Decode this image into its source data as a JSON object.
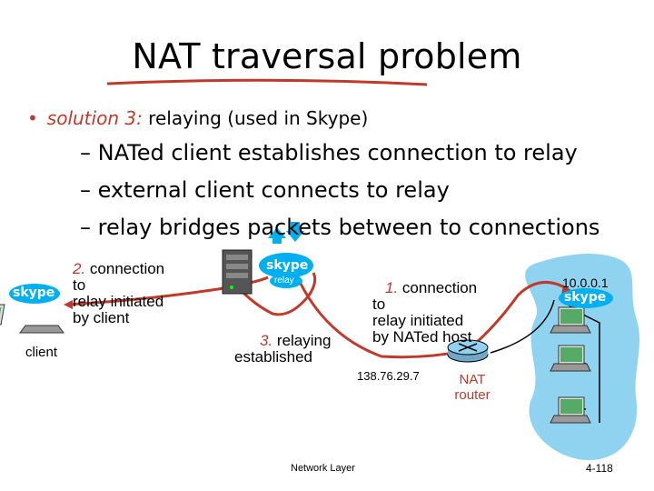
{
  "slide": {
    "title": "NAT traversal problem",
    "bullet": {
      "label": "solution 3:",
      "text": " relaying (used in Skype)"
    },
    "subitems": [
      "– NATed client establishes connection to relay",
      "– external client connects to relay",
      "– relay bridges packets between to connections"
    ]
  },
  "diagram": {
    "left_annotation": {
      "num": "2.",
      "line1": " connection",
      "line2": "to",
      "line3": "relay initiated",
      "line4": "by client"
    },
    "middle_annotation": {
      "num": "3.",
      "line1": " relaying",
      "line2": "established"
    },
    "right_annotation": {
      "num": "1.",
      "line1": " connection",
      "line2": "to",
      "line3": "relay initiated",
      "line4": "by NATed host"
    },
    "client_label": "client",
    "public_ip": "138.76.29.7",
    "private_ip": "10.0.0.1",
    "router_label_1": "NAT",
    "router_label_2": "router",
    "skype_text": "skype",
    "relay_text": "relay",
    "colors": {
      "accent": "#c0392b",
      "cloud": "#8fd3f0",
      "skype_blue": "#00aff0"
    }
  },
  "footer": {
    "center": "Network Layer",
    "page": "4-118"
  }
}
